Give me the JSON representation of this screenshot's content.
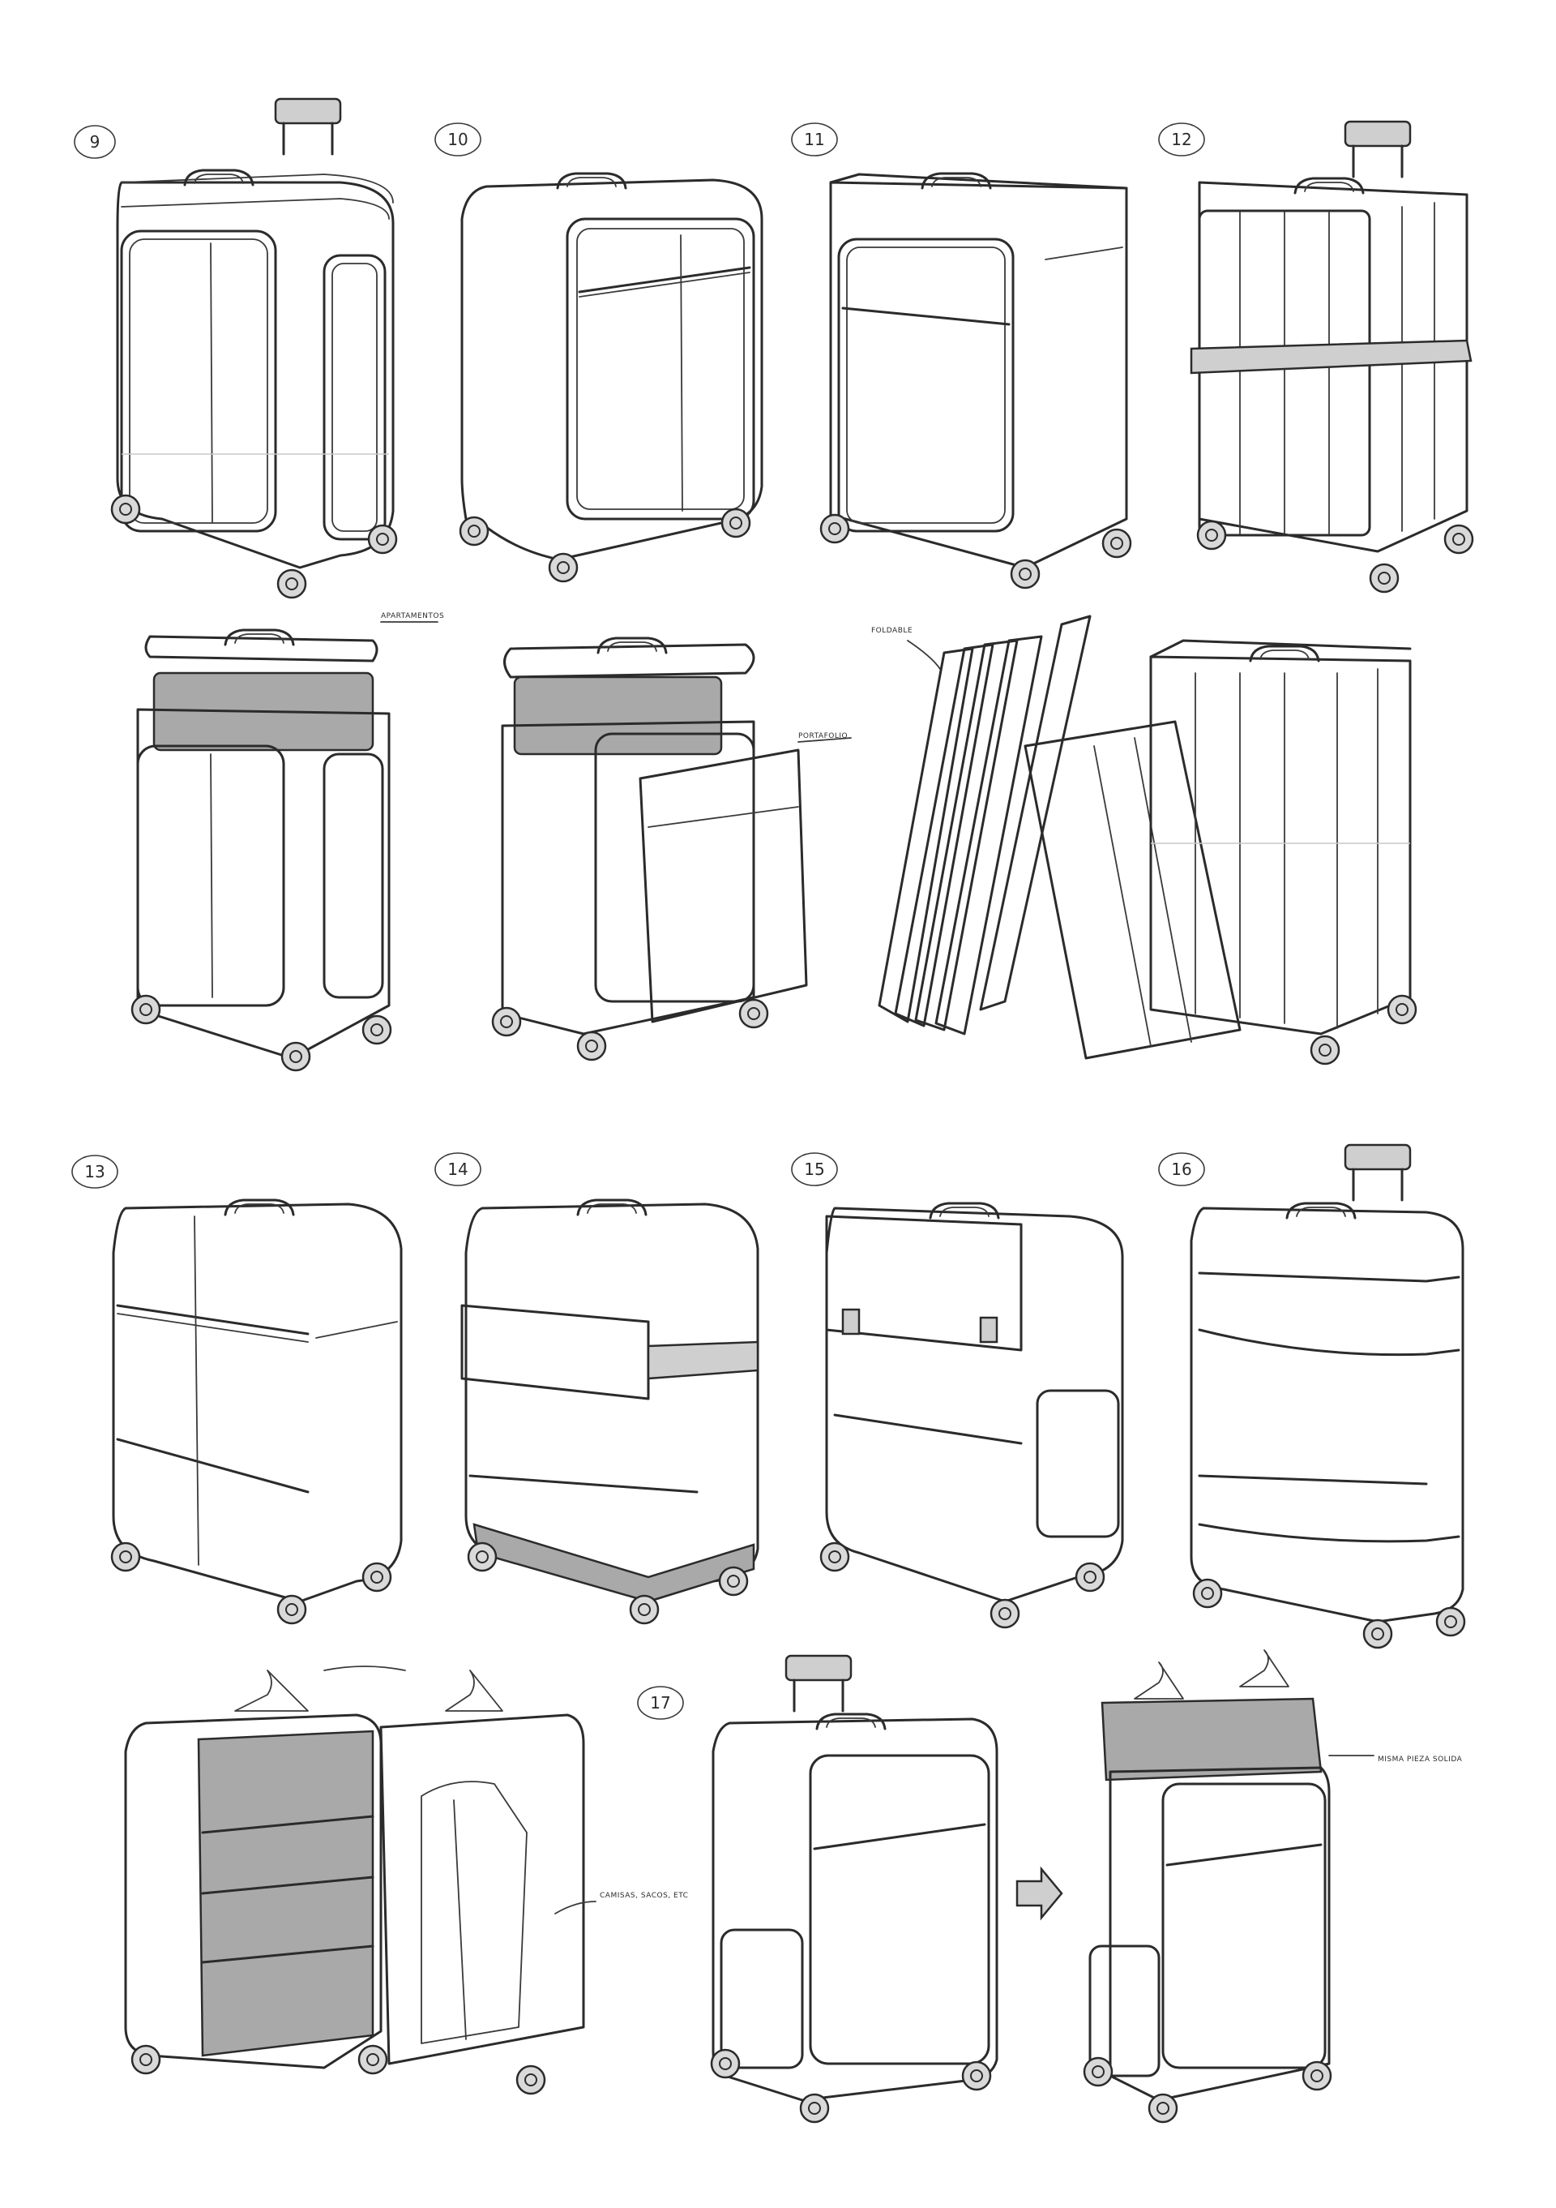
{
  "sheet": {
    "labels": {
      "n9": "9",
      "n10": "10",
      "n11": "11",
      "n12": "12",
      "n13": "13",
      "n14": "14",
      "n15": "15",
      "n16": "16",
      "n17": "17"
    },
    "notes": {
      "compartments": "APARTAMENTOS",
      "portfolio": "PORTAFOLIO",
      "foldable": "FOLDABLE",
      "shirts": "CAMISAS, SACOS, ETC",
      "same_piece": "MISMA PIEZA SOLIDA"
    }
  }
}
